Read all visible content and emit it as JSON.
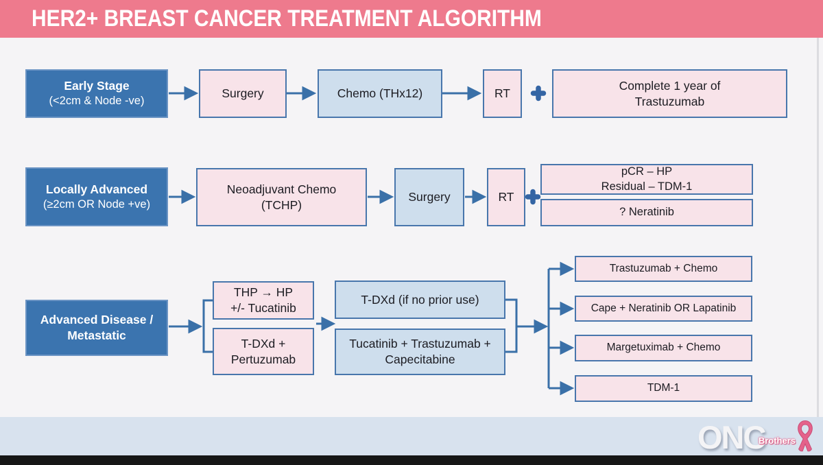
{
  "header": {
    "title": "HER2+ BREAST CANCER TREATMENT ALGORITHM"
  },
  "palette": {
    "header_bg": "#ee7a8d",
    "stage_fill": "#3b74af",
    "pink_fill": "#f8e3e9",
    "lightblue_fill": "#cedeed",
    "box_border": "#4876ac",
    "connector_blue": "#3a70a8",
    "footer_band": "#d8e2ee",
    "ribbon_pink": "#e4628b"
  },
  "row1": {
    "stage_title": "Early Stage",
    "stage_subtitle": "(<2cm & Node -ve)",
    "surgery": "Surgery",
    "chemo": "Chemo (THx12)",
    "rt": "RT",
    "maintenance_line1": "Complete 1 year of",
    "maintenance_line2": "Trastuzumab"
  },
  "row2": {
    "stage_title": "Locally Advanced",
    "stage_subtitle": "(≥2cm OR Node +ve)",
    "neoadjuvant_line1": "Neoadjuvant Chemo",
    "neoadjuvant_line2": "(TCHP)",
    "surgery": "Surgery",
    "rt": "RT",
    "response_line1": "pCR – HP",
    "response_line2": "Residual – TDM-1",
    "neratinib": "? Neratinib"
  },
  "row3": {
    "stage_line1": "Advanced Disease /",
    "stage_line2": "Metastatic",
    "first_a_line1": "THP → HP",
    "first_a_line2": "+/- Tucatinib",
    "first_b_line1": "T-DXd +",
    "first_b_line2": "Pertuzumab",
    "second_a": "T-DXd (if no prior use)",
    "second_b_line1": "Tucatinib + Trastuzumab +",
    "second_b_line2": "Capecitabine",
    "later_1": "Trastuzumab + Chemo",
    "later_2": "Cape + Neratinib OR Lapatinib",
    "later_3": "Margetuximab + Chemo",
    "later_4": "TDM-1"
  },
  "footer": {
    "logo_main": "ONC",
    "logo_sub": "Brothers"
  }
}
